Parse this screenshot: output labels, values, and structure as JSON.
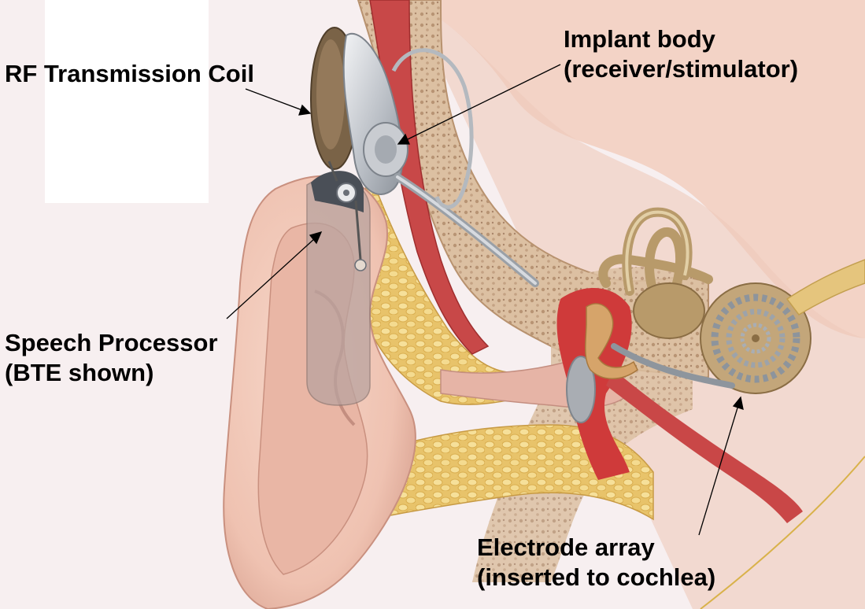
{
  "labels": {
    "rf_coil": "RF Transmission Coil",
    "implant_line1": "Implant body",
    "implant_line2": "(receiver/stimulator)",
    "processor_line1": "Speech Processor",
    "processor_line2": "(BTE shown)",
    "electrode_line1": "Electrode array",
    "electrode_line2": "(inserted to cochlea)"
  },
  "colors": {
    "background": "#f7eff0",
    "skin": "#f1c9b9",
    "skin_shadow": "#d99e8c",
    "bone": "#d9b99b",
    "fat": "#f2d98a",
    "muscle": "#c84848",
    "device_gray": "#b8bcc2",
    "coil_brown": "#7a6347",
    "cochlea": "#b89a6a"
  }
}
